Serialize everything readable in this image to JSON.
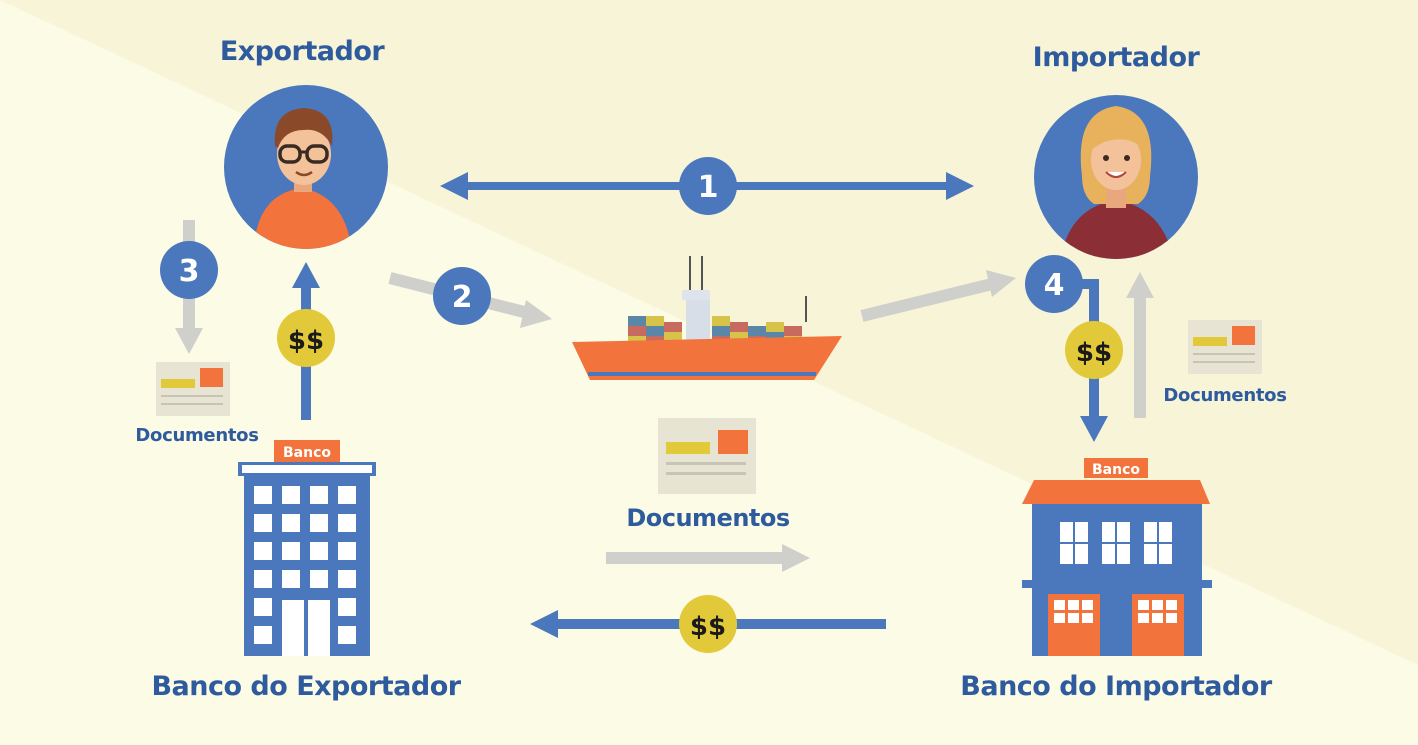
{
  "actors": {
    "exporter": "Exportador",
    "importer": "Importador",
    "exporter_bank": "Banco do Exportador",
    "importer_bank": "Banco do Importador"
  },
  "bank_sign": "Banco",
  "documents_label": "Documentos",
  "money_symbol": "$$",
  "steps": [
    "1",
    "2",
    "3",
    "4"
  ],
  "colors": {
    "primary_blue": "#4b77bd",
    "label_blue": "#2e5a9e",
    "orange": "#f2733c",
    "yellow": "#e2c93a",
    "arrow_gray": "#cfcfcb",
    "background": "#fbfbe6"
  },
  "icons": [
    "man-avatar-icon",
    "woman-avatar-icon",
    "ship-icon",
    "document-icon",
    "bank-building-icon",
    "money-coin-icon"
  ]
}
